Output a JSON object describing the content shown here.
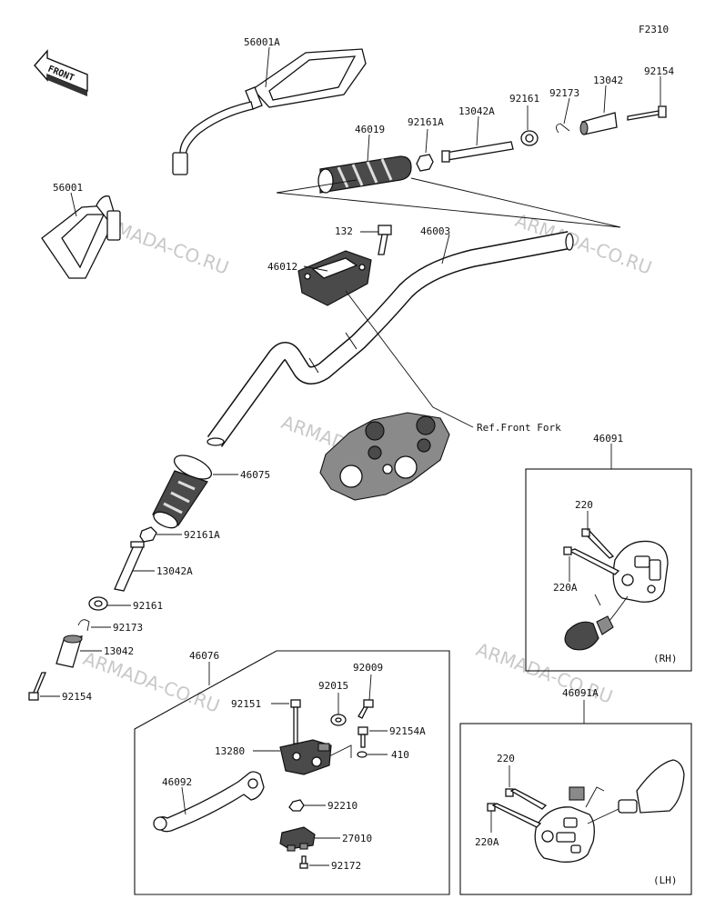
{
  "diagram_code": "F2310",
  "front_arrow_label": "FRONT",
  "watermark": "ARMADA-CO.RU",
  "parts": {
    "mirror_right": "56001A",
    "mirror_left": "56001",
    "grip_right": "46019",
    "nut_right": "92161A",
    "shaft_right": "13042A",
    "bush_right": "92161",
    "clip_right": "92173",
    "weight_right": "13042",
    "bolt_right": "92154",
    "bolt_holder": "132",
    "handlebar": "46003",
    "holder": "46012",
    "front_fork_ref": "Ref.Front Fork",
    "grip_left": "46075",
    "nut_left": "92161A",
    "shaft_left": "13042A",
    "bush_left": "92161",
    "clip_left": "92173",
    "weight_left": "13042",
    "bolt_left": "92154",
    "switch_rh": "46091",
    "screw_rh_a": "220",
    "screw_rh_b": "220A",
    "rh_tag": "(RH)",
    "lever_assy": "46076",
    "bolt_lever_pivot": "92151",
    "washer_lever": "92015",
    "screw_lever": "92009",
    "bolt_bracket": "92154A",
    "bracket": "13280",
    "washer_410": "410",
    "lever": "46092",
    "nut_lever": "92210",
    "switch_clutch": "27010",
    "screw_clutch": "92172",
    "switch_lh": "46091A",
    "screw_lh_a": "220",
    "screw_lh_b": "220A",
    "lh_tag": "(LH)"
  }
}
